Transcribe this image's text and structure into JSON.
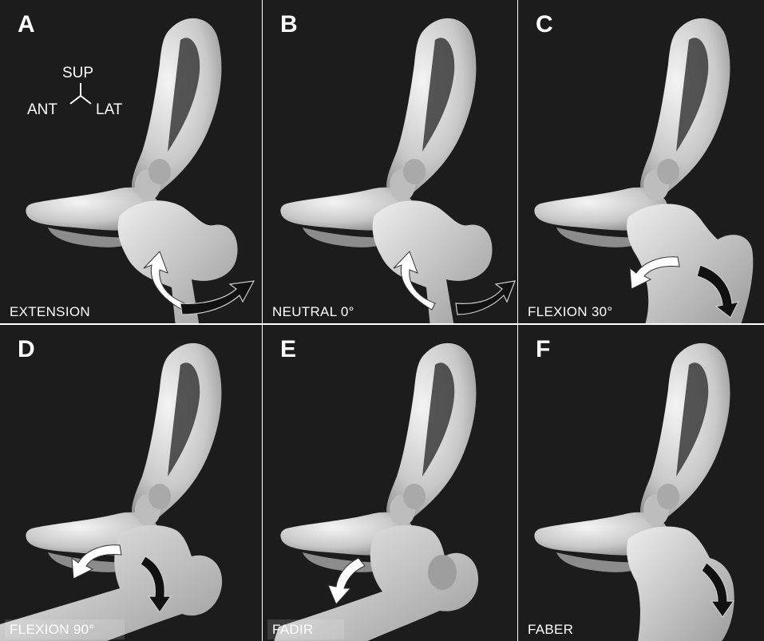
{
  "panels": [
    {
      "letter": "A",
      "caption": "EXTENSION"
    },
    {
      "letter": "B",
      "caption": "NEUTRAL 0°"
    },
    {
      "letter": "C",
      "caption": "FLEXION 30°"
    },
    {
      "letter": "D",
      "caption": "FLEXION 90°"
    },
    {
      "letter": "E",
      "caption": "FADIR"
    },
    {
      "letter": "F",
      "caption": "FABER"
    }
  ],
  "orientation": {
    "sup": "SUP",
    "ant": "ANT",
    "lat": "LAT"
  },
  "colors": {
    "background": "#1c1c1c",
    "bone": "#d9d9d9",
    "arrow_white": "#ffffff",
    "arrow_black": "#111111"
  }
}
